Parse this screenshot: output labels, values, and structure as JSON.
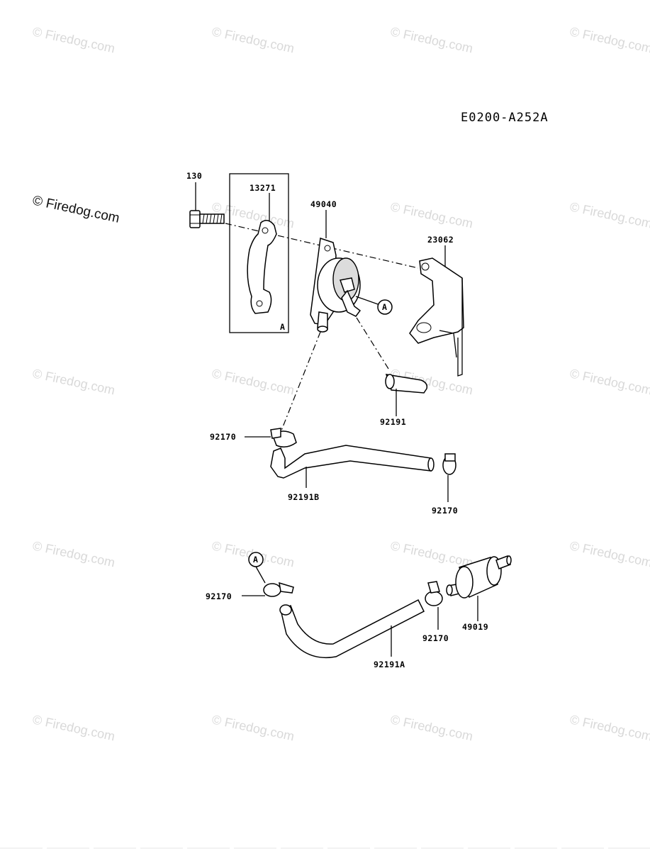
{
  "diagram": {
    "code": "E0200-A252A",
    "watermark_text": "© Firedog.com",
    "parts": {
      "p130": "130",
      "p13271": "13271",
      "p49040": "49040",
      "p23062": "23062",
      "p92191": "92191",
      "p92170_a": "92170",
      "p92191B": "92191B",
      "p92170_b": "92170",
      "p92170_c": "92170",
      "p92170_d": "92170",
      "p49019": "49019",
      "p92191A": "92191A"
    },
    "callout_ref": "A",
    "kit_box_label": "A"
  }
}
